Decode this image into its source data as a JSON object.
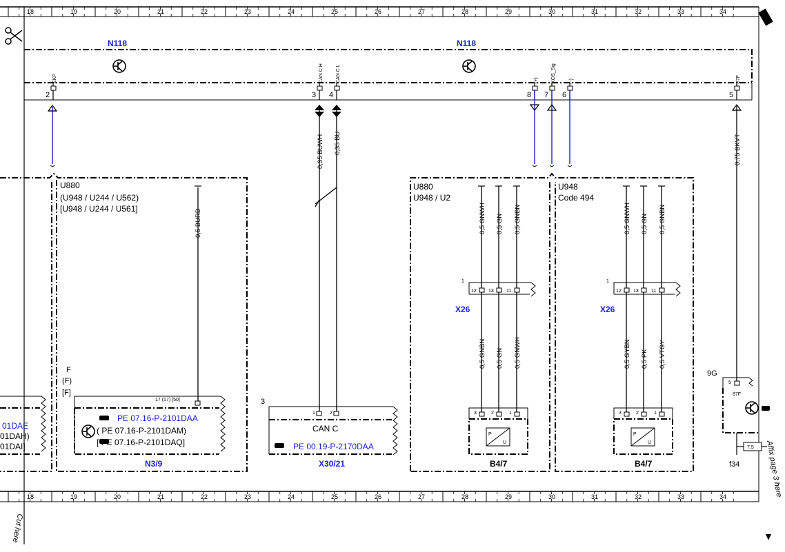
{
  "ruler": {
    "columns": [
      "18",
      "19",
      "20",
      "21",
      "22",
      "23",
      "24",
      "25",
      "26",
      "27",
      "28",
      "29",
      "30",
      "31",
      "32",
      "33",
      "34"
    ]
  },
  "margin": {
    "cut_here": "Cut here",
    "affix_page": "Affix page 3 here"
  },
  "n118": {
    "label_left": "N118",
    "label_right": "N118",
    "pins": [
      {
        "num": "2",
        "name": "EKP"
      },
      {
        "num": "3",
        "name": "CAN C H"
      },
      {
        "num": "4",
        "name": "CAN C L"
      },
      {
        "num": "8",
        "name": "(+)"
      },
      {
        "num": "7",
        "name": "KOS_Sig"
      },
      {
        "num": "6",
        "name": "(-)"
      },
      {
        "num": "5",
        "name": "87F"
      }
    ]
  },
  "wires": {
    "can_h": "0,35 BUWH",
    "can_l": "0,35 BU",
    "bkvt": "0,75 BKVT",
    "burd": "0,5 BURD",
    "u2_top": [
      "0,5 GNWH",
      "0,5 GN",
      "0,5 GNBN"
    ],
    "u2_bottom": [
      "0,5 GNBN",
      "0,5 GN",
      "0,5 GNWH"
    ],
    "c494_top": [
      "0,5 GNWH",
      "0,5 GN",
      "0,5 GNBN"
    ],
    "c494_bottom": [
      "0,5 GYBN",
      "0,5 PK",
      "0,5 VTGY"
    ]
  },
  "group_u880_left": {
    "line1": "U880",
    "line2": "(U948 / U244 / U562)",
    "line3": "[U948 / U244 / U561]",
    "f1": "F",
    "f2": "(F)",
    "f3": "[F]",
    "pin": "17  (17)  [50]",
    "ref1": "PE 07.16-P-2101DAA",
    "ref2": "(   PE 07.16-P-2101DAM)",
    "ref3": "[   PE 07.16-P-2101DAQ]",
    "component": "N3/9"
  },
  "left_clip": {
    "l1": "01DAE",
    "l2": "01DAH)",
    "l3": "01DAI]"
  },
  "can_c": {
    "num": "3",
    "pin1": "1",
    "pin2": "2",
    "title": "CAN C",
    "ref": "PE 00.19-P-2170DAA",
    "component": "X30/21"
  },
  "group_u2": {
    "line1": "U880",
    "line2": "U948 / U2",
    "connector": "X26",
    "conn_num": "1",
    "conn_pins": [
      "12",
      "13",
      "11"
    ],
    "sensor_pins": [
      "3",
      "2",
      "1"
    ],
    "component": "B4/7"
  },
  "group_494": {
    "line1": "U948",
    "line2": "Code 494",
    "connector": "X26",
    "conn_num": "1",
    "conn_pins": [
      "12",
      "13",
      "11"
    ],
    "sensor_pins": [
      "3",
      "2",
      "1"
    ],
    "component": "B4/7"
  },
  "right_part": {
    "code": "9G",
    "pin": "5",
    "pin_name": "87F",
    "fuse": "7,5",
    "fuse_name": "f34"
  }
}
